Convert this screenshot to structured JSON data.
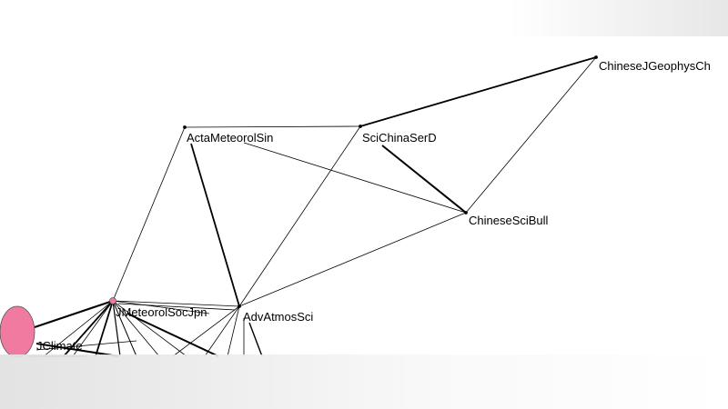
{
  "network": {
    "colors": {
      "edge": "#000000",
      "node_highlight": "#f07aa0",
      "node_highlight_border": "#555555",
      "label": "#000000"
    },
    "nodes": [
      {
        "id": "n_cgc",
        "label": "ChineseJGeophysCh"
      },
      {
        "id": "n_ams",
        "label": "ActaMeteorolSin"
      },
      {
        "id": "n_scd",
        "label": "SciChinaSerD"
      },
      {
        "id": "n_csb",
        "label": "ChineseSciBull"
      },
      {
        "id": "n_jmsj",
        "label": "JMeteorolSocJpn"
      },
      {
        "id": "n_aas",
        "label": "AdvAtmosSci"
      },
      {
        "id": "n_jcl",
        "label": "JClimate"
      }
    ]
  }
}
